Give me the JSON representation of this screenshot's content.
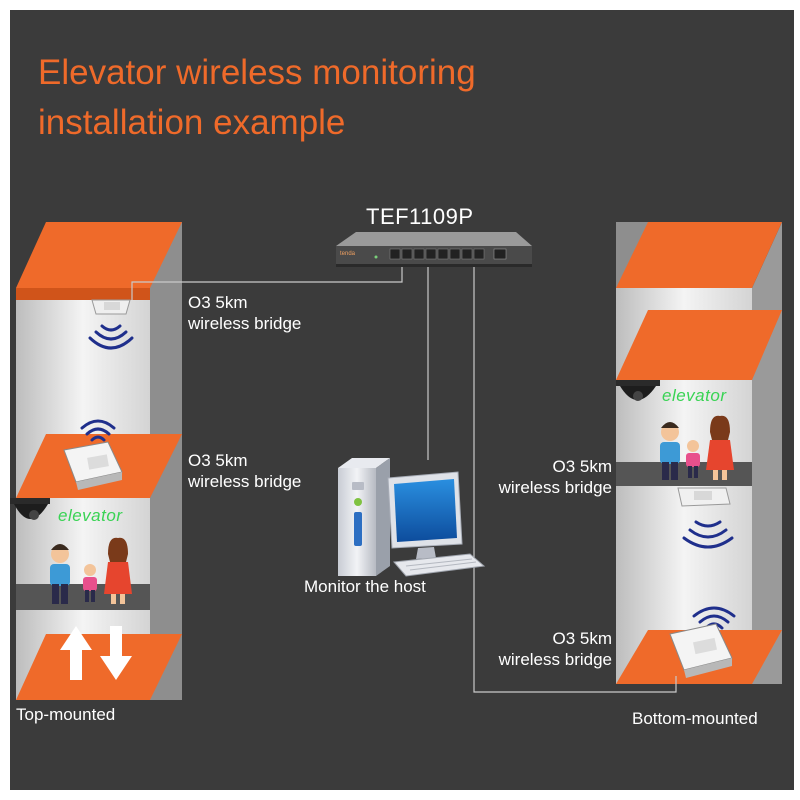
{
  "title": {
    "line1": "Elevator wireless monitoring",
    "line2": "installation example"
  },
  "switch_model": "TEF1109P",
  "switch_brand": "tenda",
  "bridge_labels": {
    "left_top": {
      "line1": "O3  5km",
      "line2": "wireless bridge"
    },
    "left_middle": {
      "line1": "O3  5km",
      "line2": "wireless bridge"
    },
    "right_middle": {
      "line1": "O3  5km",
      "line2": "wireless bridge"
    },
    "right_bottom": {
      "line1": "O3  5km",
      "line2": "wireless bridge"
    }
  },
  "host_label": "Monitor the host",
  "elevator_text": "elevator",
  "captions": {
    "left": "Top-mounted",
    "right": "Bottom-mounted"
  },
  "colors": {
    "background": "#3b3b3b",
    "accent_orange": "#ef6a2a",
    "elevator_text_green": "#39d354",
    "signal_blue": "#1f2f8c",
    "cable": "#c9c9c9"
  }
}
